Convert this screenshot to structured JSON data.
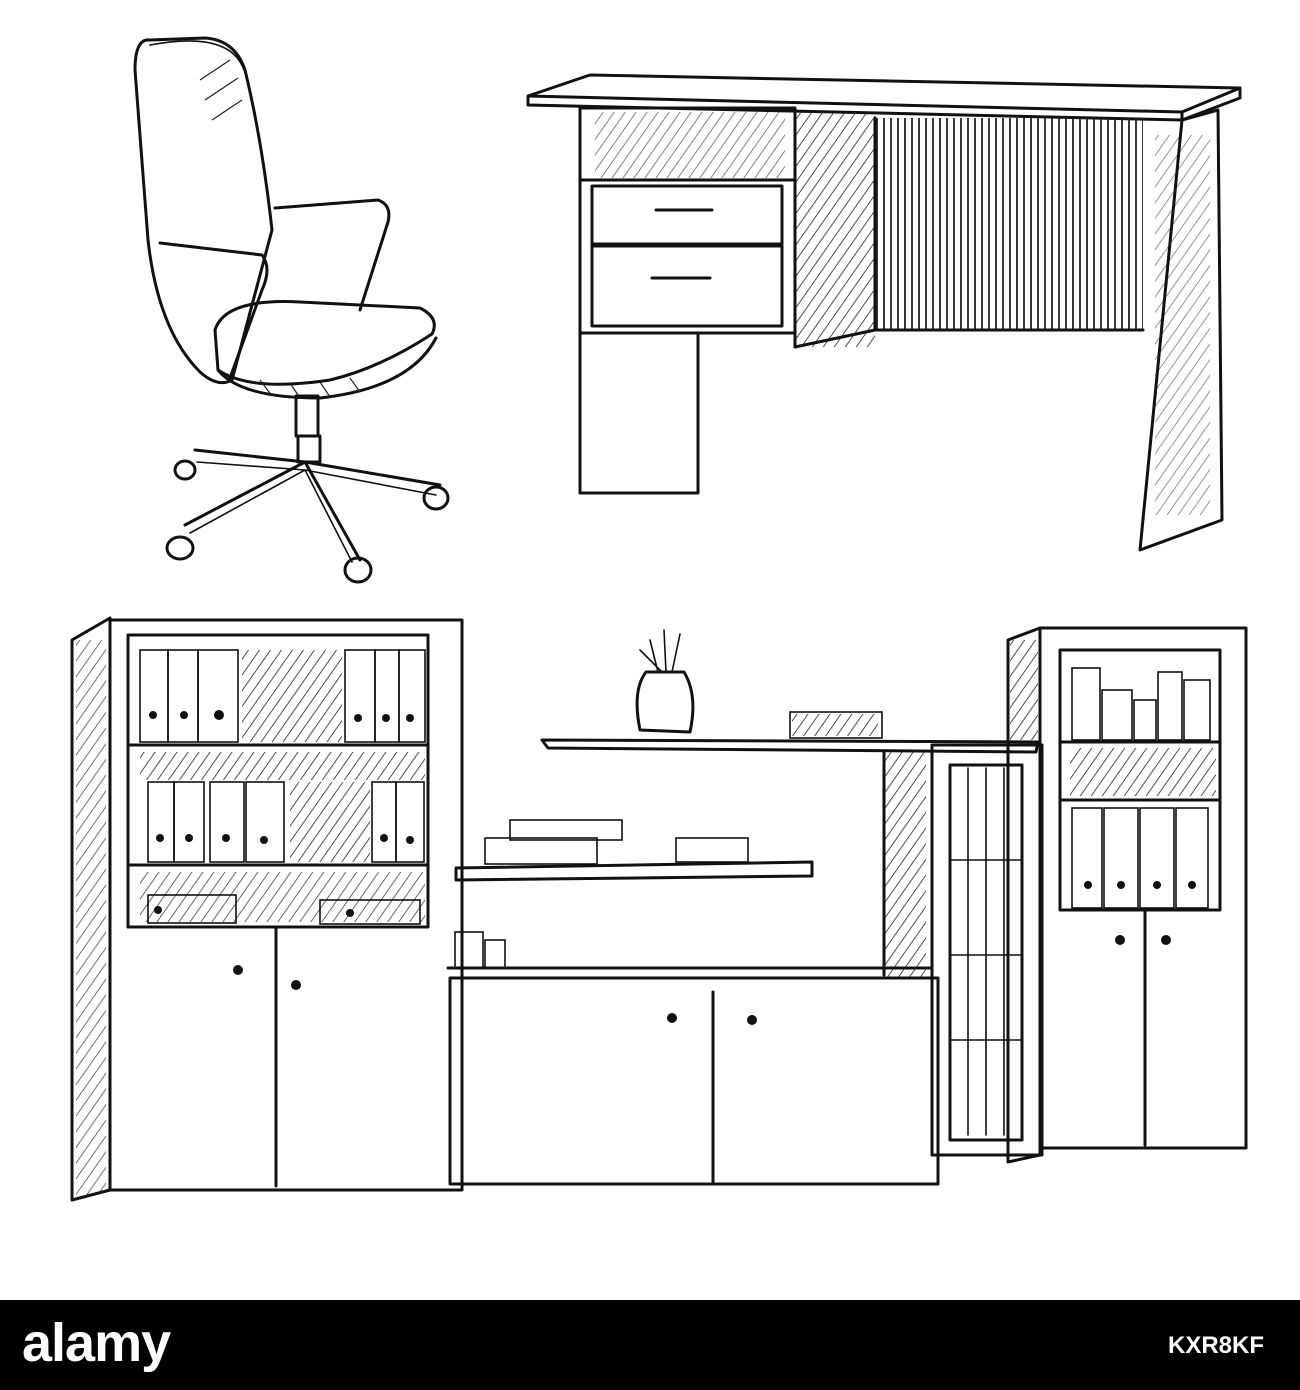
{
  "footer": {
    "brand": "alamy",
    "stock_id": "KXR8KF"
  },
  "illustration": {
    "items": [
      "office-chair",
      "office-desk",
      "wall-unit"
    ]
  },
  "colors": {
    "ink": "#111111",
    "footer_bg": "#000000",
    "footer_text": "#ffffff"
  }
}
